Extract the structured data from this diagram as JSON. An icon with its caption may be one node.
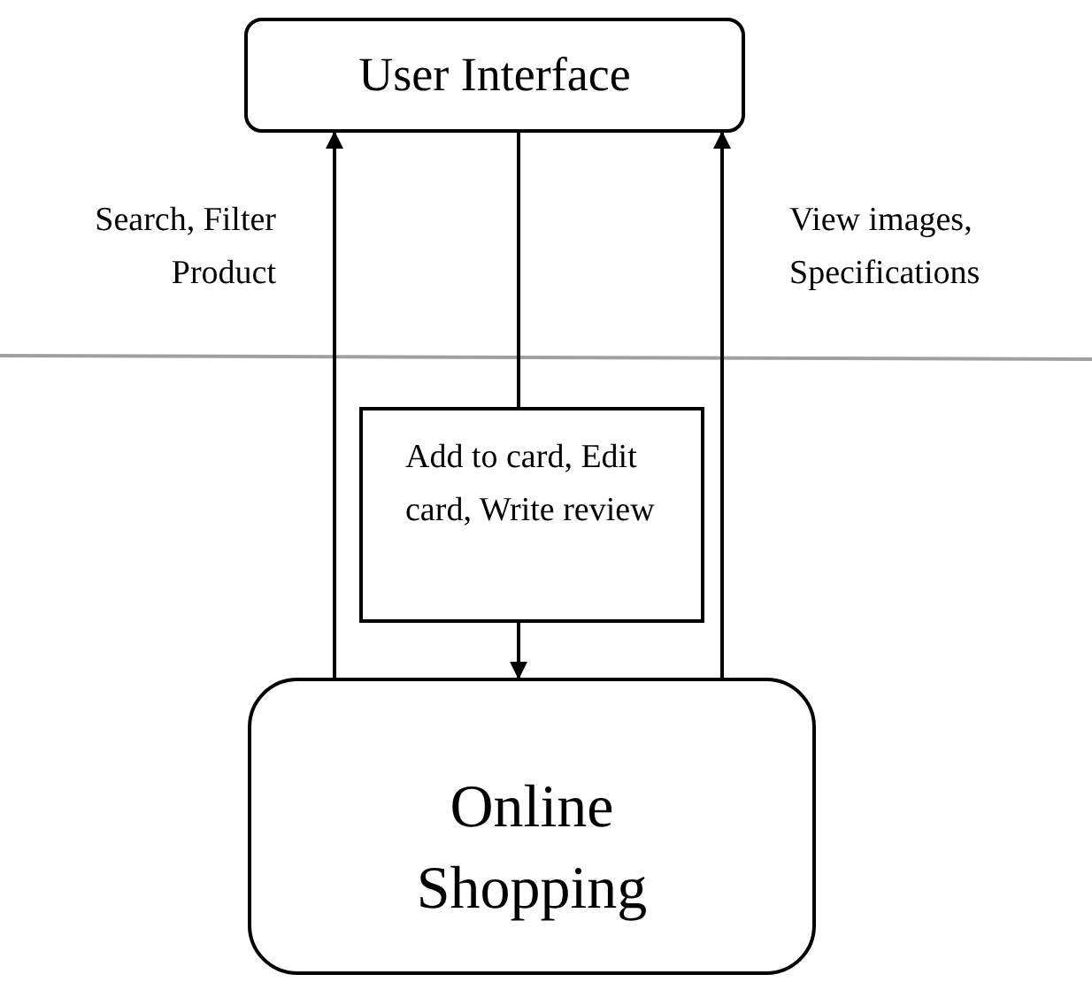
{
  "diagram": {
    "nodes": [
      {
        "text": [
          "User Interface"
        ]
      },
      {
        "text": [
          "Add to card, Edit card, Write review"
        ]
      },
      {
        "text": [
          "Online Shopping"
        ]
      }
    ],
    "edges": [
      {
        "from": 2,
        "to": 0,
        "arrow": "to",
        "label": "Search, Filter Product"
      },
      {
        "from": 0,
        "to": 1,
        "arrow": "none"
      },
      {
        "from": 1,
        "to": 2,
        "arrow": "to"
      },
      {
        "from": 2,
        "to": 0,
        "arrow": "to",
        "label": "View images, Specifications"
      }
    ]
  }
}
